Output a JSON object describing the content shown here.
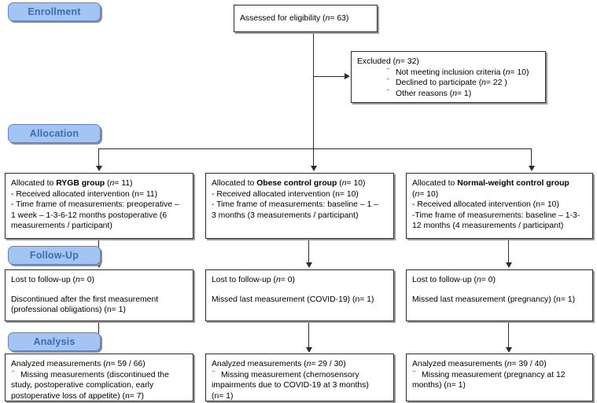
{
  "diagram": {
    "title": "CONSORT participant flow diagram",
    "accent_badge_fill": "#a4c5f4",
    "accent_badge_text": "#3d6cb0",
    "box_border": "#2b2b2b",
    "shadow": "#9a9a9a"
  },
  "stages": {
    "enrollment": "Enrollment",
    "allocation": "Allocation",
    "followup": "Follow-Up",
    "analysis": "Analysis"
  },
  "assessed": {
    "label": "Assessed for eligibility (",
    "n_italic": "n",
    "n_value": "= 63)"
  },
  "excluded": {
    "heading": "Excluded  (",
    "heading_n": "n",
    "heading_value": "= 32)",
    "bullet_glyph": "¨",
    "items": [
      {
        "text": "Not meeting inclusion criteria (",
        "n": "n",
        "value": "= 10)"
      },
      {
        "text": "Declined to participate (",
        "n": "n",
        "value": "= 22 )"
      },
      {
        "text": "Other reasons (",
        "n": "n",
        "value": "= 1)"
      }
    ]
  },
  "allocation_boxes": [
    {
      "lead_pre": "Allocated to ",
      "lead_bold": "RYGB group",
      "lead_n": "n",
      "lead_post": "= 11)",
      "lines": [
        "- Received allocated intervention (n= 11)",
        "- Time frame of measurements: preoperative –",
        "1 week – 1-3-6-12 months postoperative (6",
        "measurements / participant)"
      ]
    },
    {
      "lead_pre": "Allocated to ",
      "lead_bold": "Obese control group",
      "lead_n": "n",
      "lead_post": "= 10)",
      "lines": [
        " - Received allocated intervention (n= 10)",
        " - Time frame of measurements: baseline – 1 –",
        "3 months (3 measurements / participant)"
      ]
    },
    {
      "lead_pre": "Allocated to ",
      "lead_bold": "Normal-weight control group",
      "lead_n": "n",
      "lead_post": "= 10)",
      "lead_wrap": true,
      "lines": [
        "- Received allocated intervention (n= 10)",
        "-Time frame of measurements: baseline – 1-3-",
        "12 months (4 measurements / participant)"
      ]
    }
  ],
  "followup_boxes": [
    {
      "line1_pre": "Lost to follow-up (",
      "line1_n": "n",
      "line1_post": "= 0)",
      "line2": [
        "Discontinued after the first measurement",
        "(professional obligations) (n= 1)"
      ]
    },
    {
      "line1_pre": "Lost to follow-up (",
      "line1_n": "n",
      "line1_post": "= 0)",
      "line2": [
        "Missed last measurement (COVID-19) (n= 1)"
      ]
    },
    {
      "line1_pre": "Lost to follow-up (",
      "line1_n": "n",
      "line1_post": "= 0)",
      "line2": [
        "Missed last measurement (pregnancy) (n= 1)"
      ]
    }
  ],
  "analysis_boxes": [
    {
      "head_pre": "Analyzed measurements  (",
      "head_n": "n",
      "head_post": "= 59 / 66)",
      "bullet_glyph": "¨",
      "bullet_lines": [
        "Missing measurements (discontinued the",
        "study, postoperative complication, early",
        "postoperative loss of appetite) (n=  7)"
      ]
    },
    {
      "head_pre": "Analyzed measurements  (",
      "head_n": "n",
      "head_post": "= 29 / 30)",
      "bullet_glyph": "¨",
      "bullet_lines": [
        "Missing measurement (chemosensory",
        "impairments  due to COVID-19 at 3 months)",
        "(n= 1)"
      ]
    },
    {
      "head_pre": "Analyzed measurements  (",
      "head_n": "n",
      "head_post": "= 39 / 40)",
      "bullet_glyph": "¨",
      "bullet_lines": [
        "Missing measurement (pregnancy at 12",
        "months) (n= 1)"
      ]
    }
  ]
}
